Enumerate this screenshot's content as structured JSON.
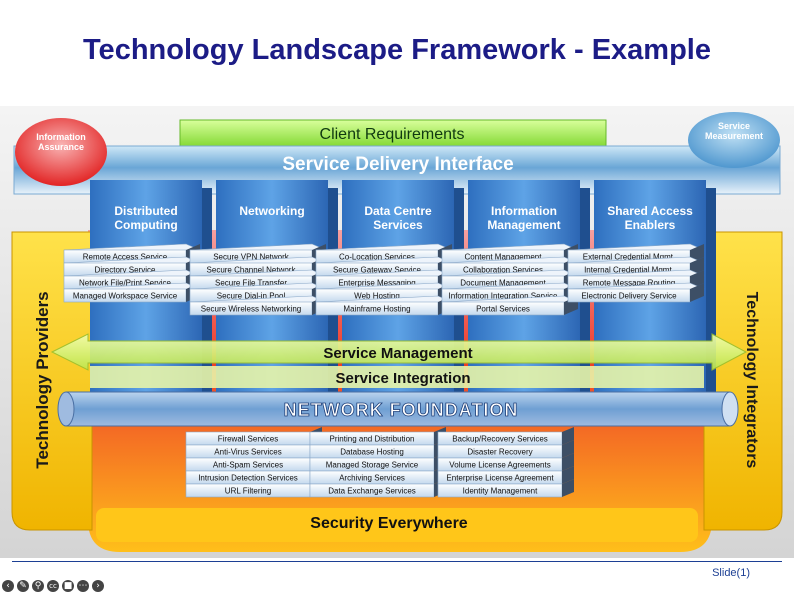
{
  "title": "Technology Landscape Framework - Example",
  "corners": {
    "left": "Information Assurance",
    "right": "Service Measurement"
  },
  "client_requirements": "Client Requirements",
  "service_delivery_interface": "Service Delivery Interface",
  "side_left": "Technology Providers",
  "side_right": "Technology Integrators",
  "pillars": [
    {
      "title": "Distributed Computing",
      "items": [
        "Remote Access Service",
        "Directory Service",
        "Network File/Print Service",
        "Managed Workspace Service"
      ]
    },
    {
      "title": "Networking",
      "items": [
        "Secure VPN Network",
        "Secure Channel Network",
        "Secure File Transfer",
        "Secure Dial-in Pool",
        "Secure Wireless Networking"
      ]
    },
    {
      "title": "Data Centre Services",
      "items": [
        "Co-Location Services",
        "Secure Gateway Service",
        "Enterprise Messaging",
        "Web Hosting",
        "Mainframe Hosting"
      ]
    },
    {
      "title": "Information Management",
      "items": [
        "Content Management",
        "Collaboration Services",
        "Document Management",
        "Information Integration Service",
        "Portal Services"
      ]
    },
    {
      "title": "Shared Access Enablers",
      "items": [
        "External Credential Mgmt.",
        "Internal Credential Mgmt.",
        "Remote Message Routing",
        "Electronic Delivery Service"
      ]
    }
  ],
  "service_management": "Service Management",
  "service_integration": "Service Integration",
  "network_foundation": "NETWORK FOUNDATION",
  "bottom_stacks": [
    {
      "items": [
        "Firewall Services",
        "Anti-Virus Services",
        "Anti-Spam Services",
        "Intrusion Detection Services",
        "URL Filtering"
      ]
    },
    {
      "items": [
        "Printing and Distribution",
        "Database Hosting",
        "Managed Storage Service",
        "Archiving Services",
        "Data Exchange Services"
      ]
    },
    {
      "items": [
        "Backup/Recovery Services",
        "Disaster Recovery",
        "Volume License Agreements",
        "Enterprise License Agreement",
        "Identity Management"
      ]
    }
  ],
  "security_everywhere": "Security Everywhere",
  "slide_label": "Slide(1)",
  "toolbar_icons": [
    "prev-icon",
    "pen-icon",
    "zoom-icon",
    "captions-icon",
    "camera-icon",
    "more-icon",
    "next-icon"
  ],
  "colors": {
    "title": "#1c1c86",
    "pillar_blue": "#3f86d3",
    "security_red": "#e8321d",
    "yellow": "#ffd21a",
    "green": "#9be84a"
  }
}
